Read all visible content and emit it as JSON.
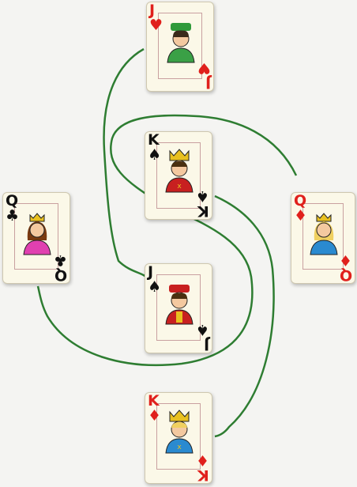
{
  "cards": [
    {
      "id": "jack-hearts",
      "rank": "J",
      "suit_symbol": "♥",
      "color": "red",
      "figure": "jack",
      "hat": "#2f9a3a",
      "hair": "#3a2a1a",
      "shirt": "#3aa046"
    },
    {
      "id": "king-spades",
      "rank": "K",
      "suit_symbol": "♠",
      "color": "black",
      "figure": "king",
      "hat": "#e8c020",
      "hair": "#4a3010",
      "shirt": "#c82020"
    },
    {
      "id": "queen-clubs",
      "rank": "Q",
      "suit_symbol": "♣",
      "color": "black",
      "figure": "queen",
      "hat": "#e8c020",
      "hair": "#7a3a10",
      "shirt": "#e040b0"
    },
    {
      "id": "queen-diamonds",
      "rank": "Q",
      "suit_symbol": "♦",
      "color": "red",
      "figure": "queen",
      "hat": "#e8c020",
      "hair": "#f0d060",
      "shirt": "#2a8ad0"
    },
    {
      "id": "jack-spades",
      "rank": "J",
      "suit_symbol": "♠",
      "color": "black",
      "figure": "jack",
      "hat": "#c82020",
      "hair": "#4a3010",
      "shirt": "#c82020"
    },
    {
      "id": "king-diamonds",
      "rank": "K",
      "suit_symbol": "♦",
      "color": "red",
      "figure": "king",
      "hat": "#e8c020",
      "hair": "#f0d060",
      "shirt": "#2a8ad0"
    }
  ],
  "line_color": "#2e7d32"
}
